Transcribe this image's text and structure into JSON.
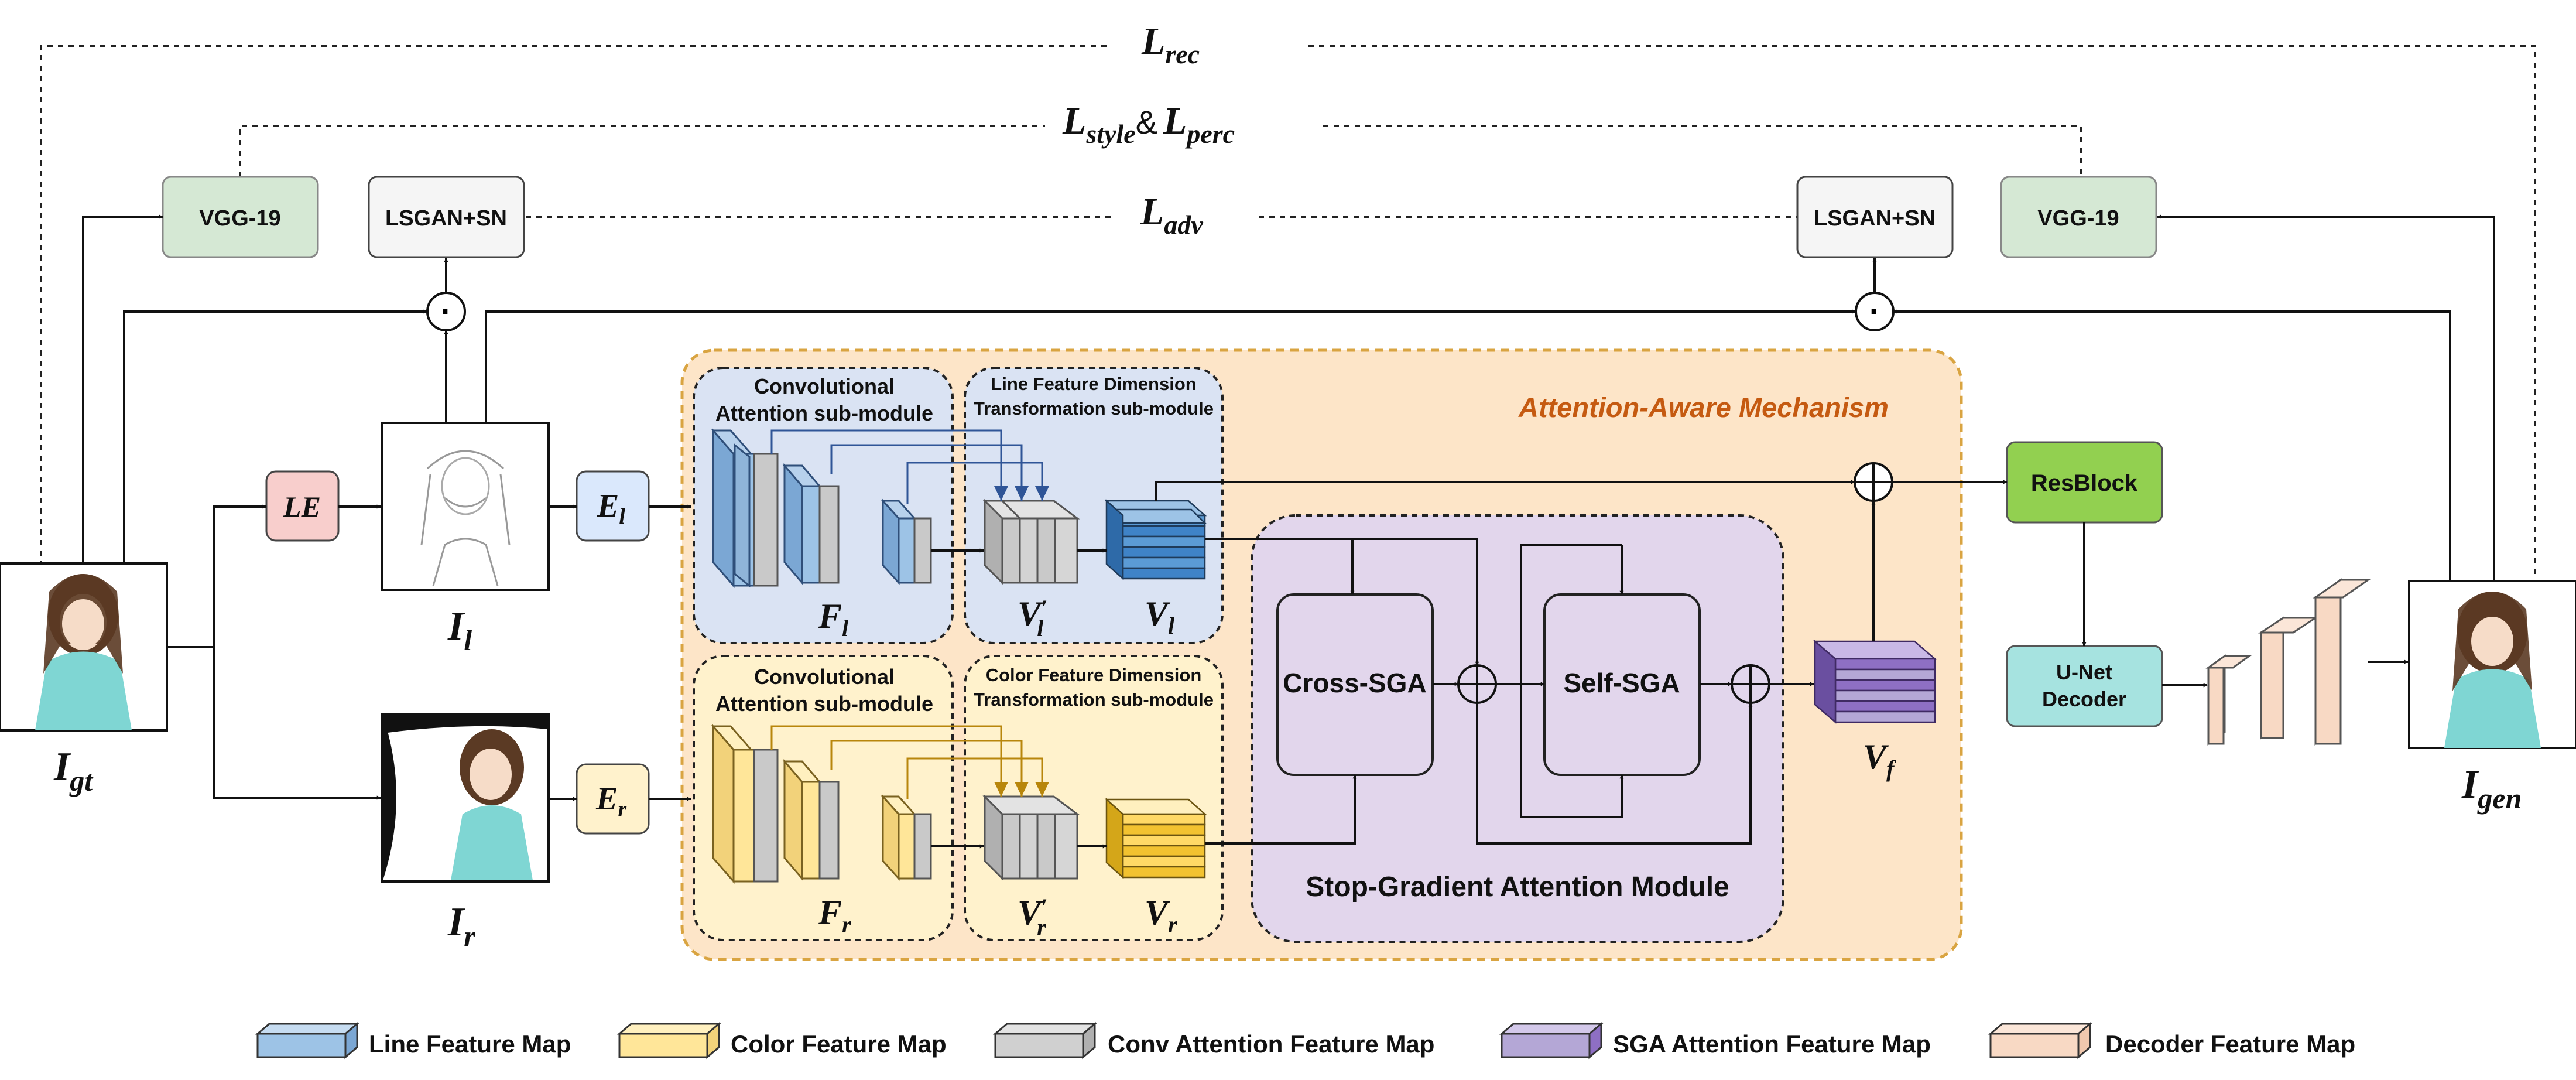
{
  "losses": {
    "rec": {
      "main": "L",
      "sub": "rec"
    },
    "style_perc": {
      "main1": "L",
      "sub1": "style",
      "amp": "&",
      "main2": "L",
      "sub2": "perc"
    },
    "adv": {
      "main": "L",
      "sub": "adv"
    }
  },
  "boxes": {
    "vgg_left": "VGG-19",
    "vgg_right": "VGG-19",
    "lsgan_left": "LSGAN+SN",
    "lsgan_right": "LSGAN+SN",
    "le": "LE",
    "el": {
      "main": "E",
      "sub": "l"
    },
    "er": {
      "main": "E",
      "sub": "r"
    },
    "resblock": "ResBlock",
    "unet_line1": "U-Net",
    "unet_line2": "Decoder",
    "cross_sga": "Cross-SGA",
    "self_sga": "Self-SGA"
  },
  "images": {
    "igt": {
      "main": "I",
      "sub": "gt"
    },
    "il": {
      "main": "I",
      "sub": "l"
    },
    "ir": {
      "main": "I",
      "sub": "r"
    },
    "igen": {
      "main": "I",
      "sub": "gen"
    }
  },
  "mechanism_title": "Attention-Aware Mechanism",
  "sga_module_title": "Stop-Gradient Attention Module",
  "modules": {
    "conv_att_top_1": "Convolutional",
    "conv_att_top_2": "Attention sub-module",
    "line_dim_1": "Line Feature Dimension",
    "line_dim_2": "Transformation sub-module",
    "conv_att_bot_1": "Convolutional",
    "conv_att_bot_2": "Attention sub-module",
    "color_dim_1": "Color Feature Dimension",
    "color_dim_2": "Transformation sub-module"
  },
  "features": {
    "fl": {
      "main": "F",
      "sub": "l"
    },
    "vlp": {
      "main": "V",
      "prime": "′",
      "sub": "l"
    },
    "vl": {
      "main": "V",
      "sub": "l"
    },
    "fr": {
      "main": "F",
      "sub": "r"
    },
    "vrp": {
      "main": "V",
      "prime": "′",
      "sub": "r"
    },
    "vr": {
      "main": "V",
      "sub": "r"
    },
    "vf": {
      "main": "V",
      "sub": "f"
    }
  },
  "dot_symbol": "·",
  "legend": [
    {
      "label": "Line Feature Map",
      "color": "#9dc3e6"
    },
    {
      "label": "Color Feature Map",
      "color": "#ffe699"
    },
    {
      "label": "Conv Attention Feature Map",
      "color": "#d0d0d0"
    },
    {
      "label": "SGA Attention Feature Map",
      "color": "#b4a7d6"
    },
    {
      "label": "Decoder Feature Map",
      "color": "#f8d9c4"
    }
  ],
  "colors": {
    "mechanism_bg": "#fde5c8",
    "mechanism_border": "#d9a441",
    "mechanism_title": "#c55a11",
    "line_module_bg": "#dae3f3",
    "color_module_bg": "#fff2cc",
    "sga_module_bg": "#e2d6ec",
    "vgg": "#d5e8d4",
    "le": "#f8cecc",
    "encoder_l": "#dae8fc",
    "encoder_r": "#fff2cc",
    "resblock": "#92d050",
    "unet": "#a6e3e0"
  }
}
